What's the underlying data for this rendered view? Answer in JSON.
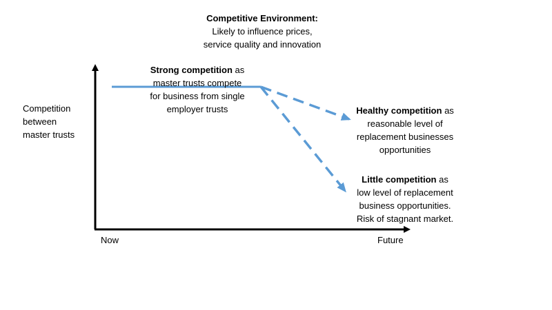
{
  "title": {
    "heading": "Competitive Environment:",
    "line1": "Likely to influence prices,",
    "line2": "service quality and innovation"
  },
  "y_axis": {
    "line1": "Competition",
    "line2": "between",
    "line3": "master trusts"
  },
  "x_axis": {
    "start": "Now",
    "end": "Future"
  },
  "strong": {
    "bold": "Strong competition",
    "tail": " as",
    "line2": "master trusts compete",
    "line3": "for business from single",
    "line4": "employer trusts"
  },
  "healthy": {
    "bold": "Healthy competition",
    "tail": " as",
    "line2": "reasonable level of",
    "line3": "replacement businesses",
    "line4": "opportunities"
  },
  "little": {
    "bold": "Little competition",
    "tail": " as",
    "line2": "low level of replacement",
    "line3": "business opportunities.",
    "line4": "Risk of stagnant market."
  },
  "colors": {
    "trend_line": "#5B9BD5",
    "axes": "#000000"
  }
}
